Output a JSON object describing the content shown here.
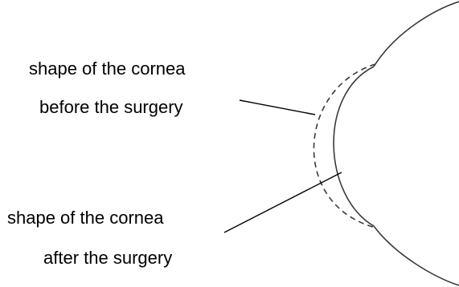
{
  "labels": {
    "before_line1": "shape of the cornea",
    "before_line2": "before the surgery",
    "after_line1": "shape of the cornea",
    "after_line2": "after the surgery"
  },
  "colors": {
    "outline": "#3a3a3a",
    "text": "#000000",
    "background": "#ffffff"
  }
}
